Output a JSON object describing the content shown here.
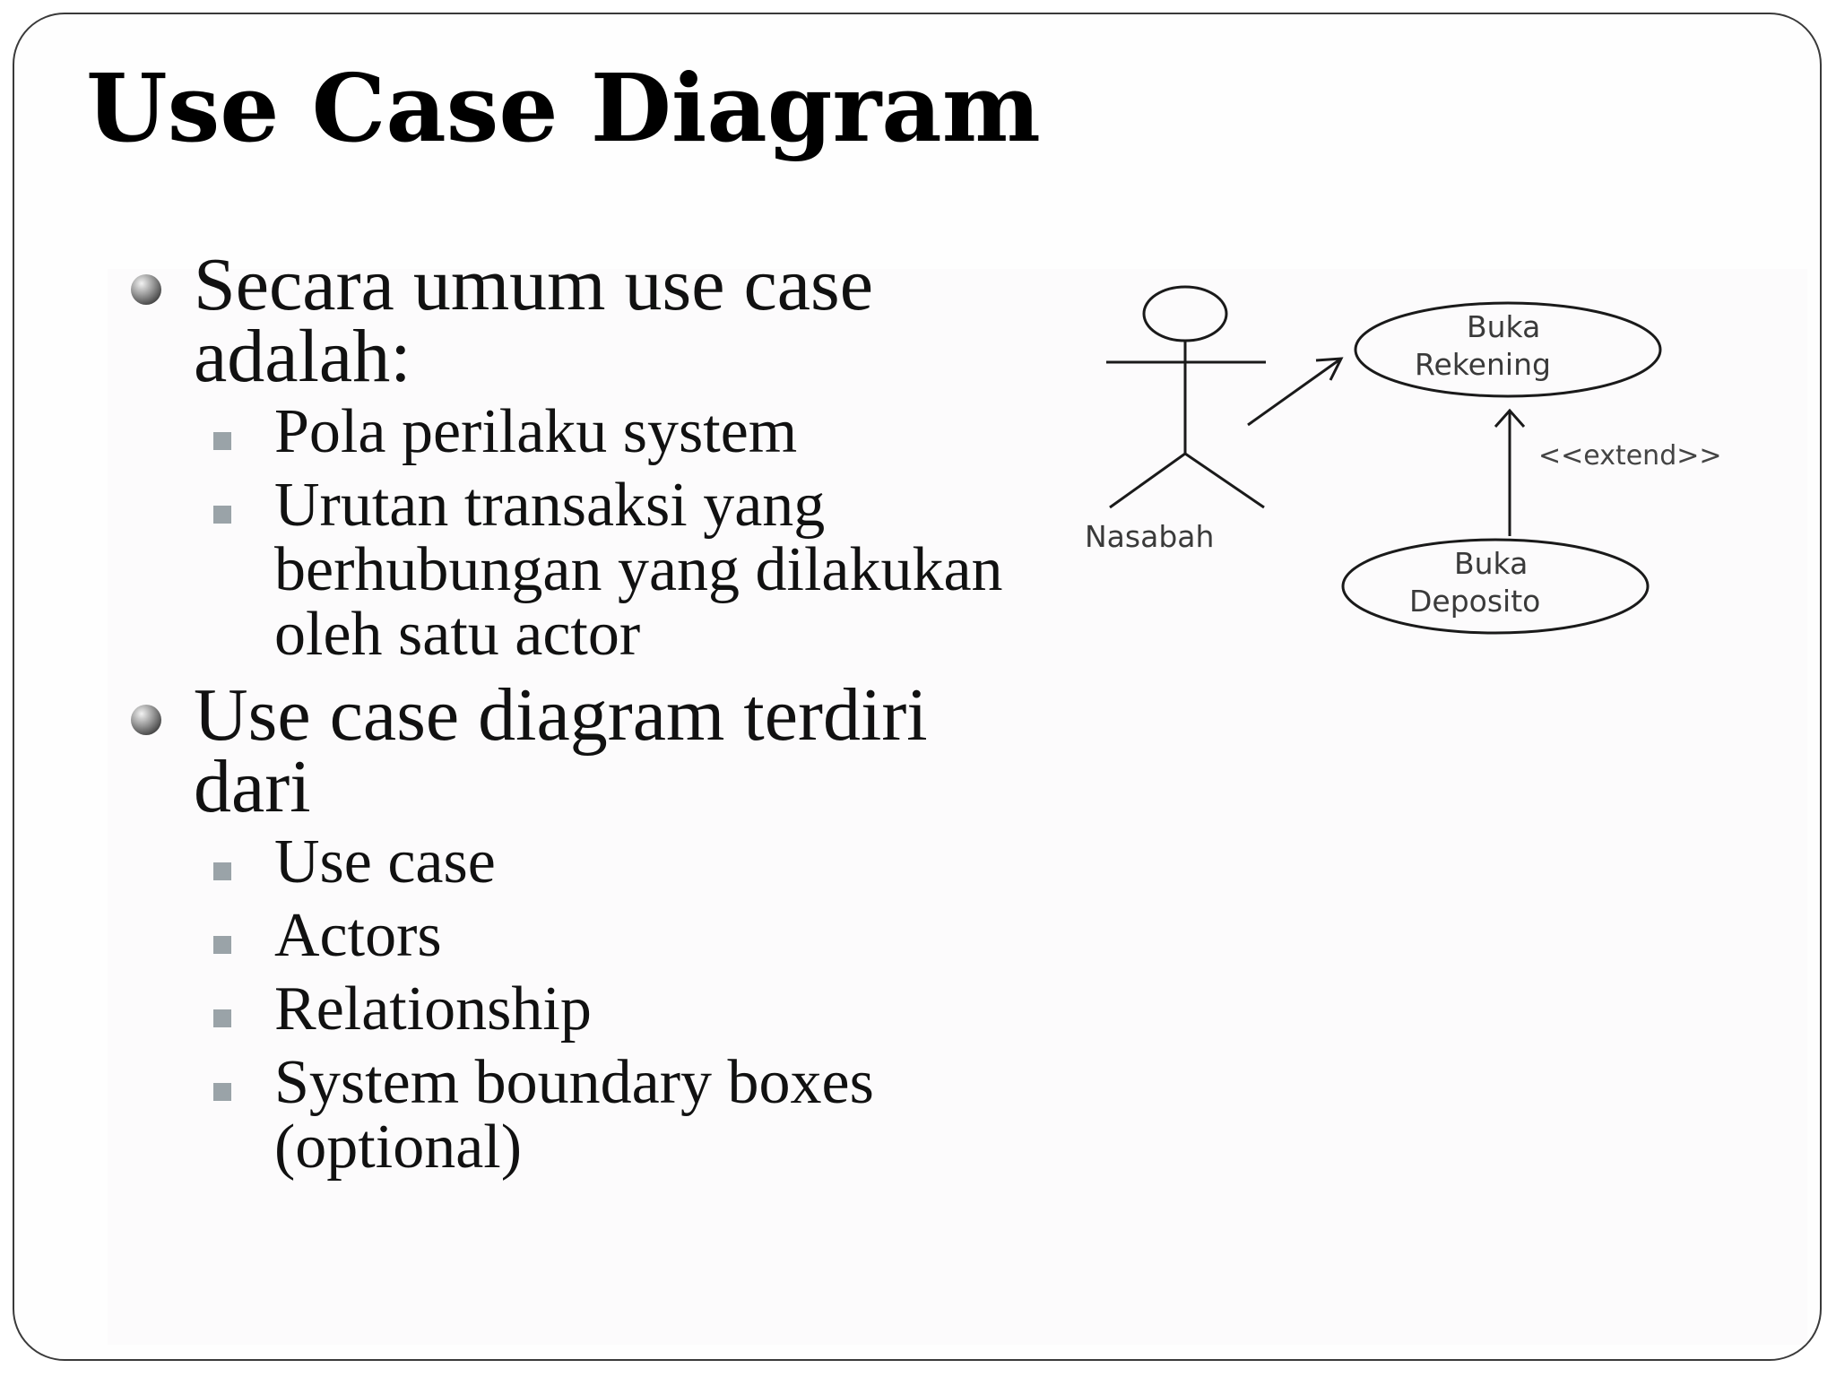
{
  "slide": {
    "title": "Use Case Diagram",
    "bullets": [
      {
        "text": "Secara umum use case adalah:",
        "subitems": [
          "Pola perilaku system",
          "Urutan transaksi yang berhubungan yang dilakukan oleh satu actor"
        ]
      },
      {
        "text": "Use case diagram terdiri dari",
        "subitems": [
          "Use case",
          "Actors",
          "Relationship",
          "System boundary boxes (optional)"
        ]
      }
    ]
  },
  "diagram": {
    "actor": "Nasabah",
    "use_cases": [
      {
        "line1": "Buka",
        "line2": "Rekening"
      },
      {
        "line1": "Buka",
        "line2": "Deposito"
      }
    ],
    "extend_label": "<<extend>>"
  },
  "colors": {
    "border": "#3a3a3a",
    "text": "#111111",
    "sub_bullet": "#9aa3a8",
    "diagram_stroke": "#1a1a1a"
  }
}
